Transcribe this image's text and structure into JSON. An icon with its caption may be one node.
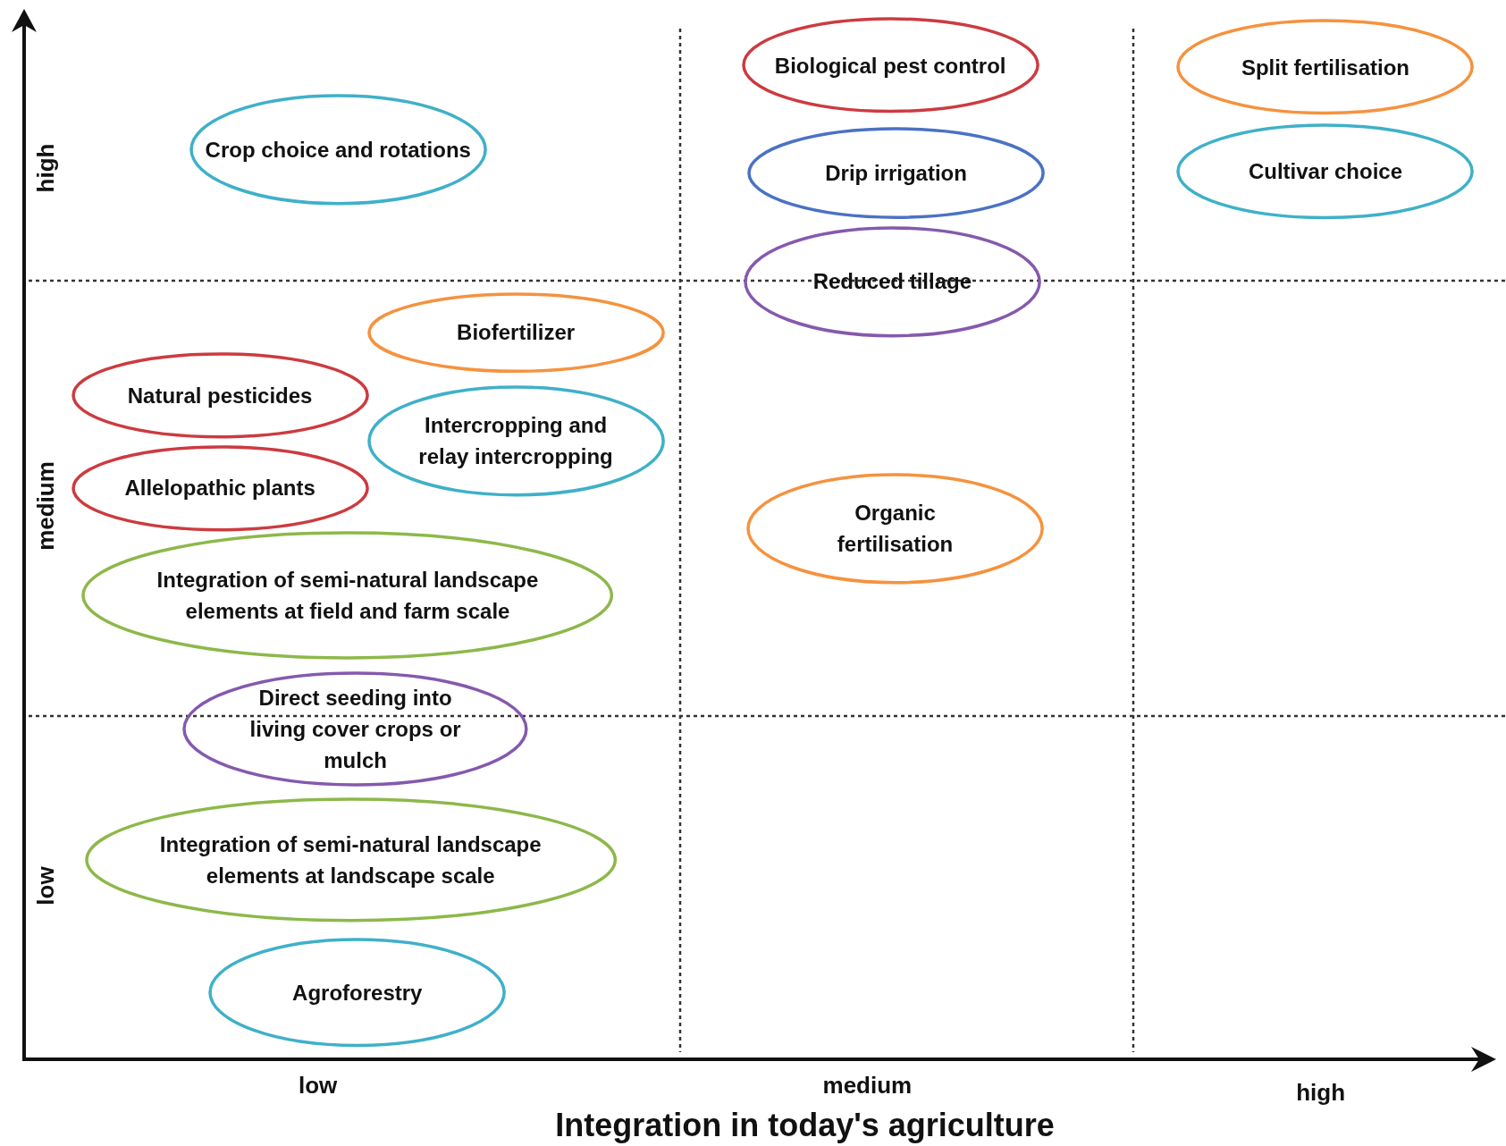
{
  "diagram": {
    "nodes": [
      {
        "text": [
          "Crop choice and rotations"
        ]
      },
      {
        "text": [
          "Biological pest control"
        ]
      },
      {
        "text": [
          "Drip irrigation"
        ]
      },
      {
        "text": [
          "Split fertilisation"
        ]
      },
      {
        "text": [
          "Cultivar choice"
        ]
      },
      {
        "text": [
          "Reduced tillage"
        ]
      },
      {
        "text": [
          "Biofertilizer"
        ]
      },
      {
        "text": [
          "Natural pesticides"
        ]
      },
      {
        "text": [
          "Intercropping and relay intercropping"
        ]
      },
      {
        "text": [
          "Allelopathic plants"
        ]
      },
      {
        "text": [
          "Organic fertilisation"
        ]
      },
      {
        "text": [
          "Integration of semi-natural landscape elements at field and farm scale"
        ]
      },
      {
        "text": [
          "Direct seeding into living cover crops or mulch"
        ]
      },
      {
        "text": [
          "Integration of semi-natural landscape elements at landscape scale"
        ]
      },
      {
        "text": [
          "Agroforestry"
        ]
      }
    ],
    "labels": [
      "high",
      "medium",
      "low",
      "low",
      "medium",
      "high",
      "Integration in today's agriculture"
    ]
  }
}
